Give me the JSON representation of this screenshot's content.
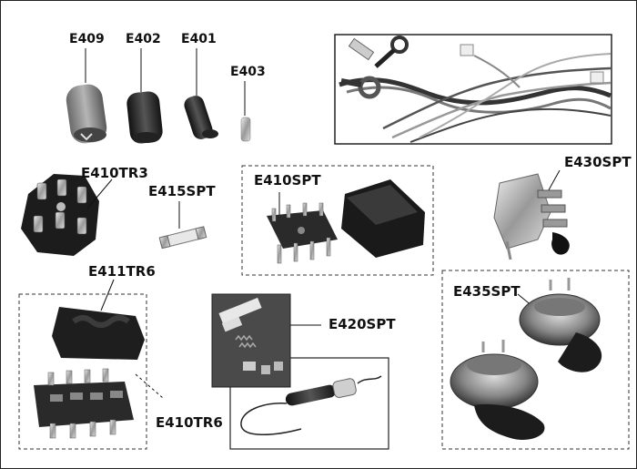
{
  "labels": {
    "e409": "E409",
    "e402": "E402",
    "e401": "E401",
    "e403": "E403",
    "e410tr3": "E410TR3",
    "e415spt": "E415SPT",
    "e410spt": "E410SPT",
    "e430spt": "E430SPT",
    "e411tr6": "E411TR6",
    "e420spt": "E420SPT",
    "e410tr6": "E410TR6",
    "e435spt": "E435SPT"
  },
  "colors": {
    "border": "#222222",
    "label": "#111111",
    "part_dark": "#2a2a2a",
    "part_mid": "#888888",
    "part_light": "#cfcfcf",
    "photo_bg": "#5a5a5a"
  }
}
